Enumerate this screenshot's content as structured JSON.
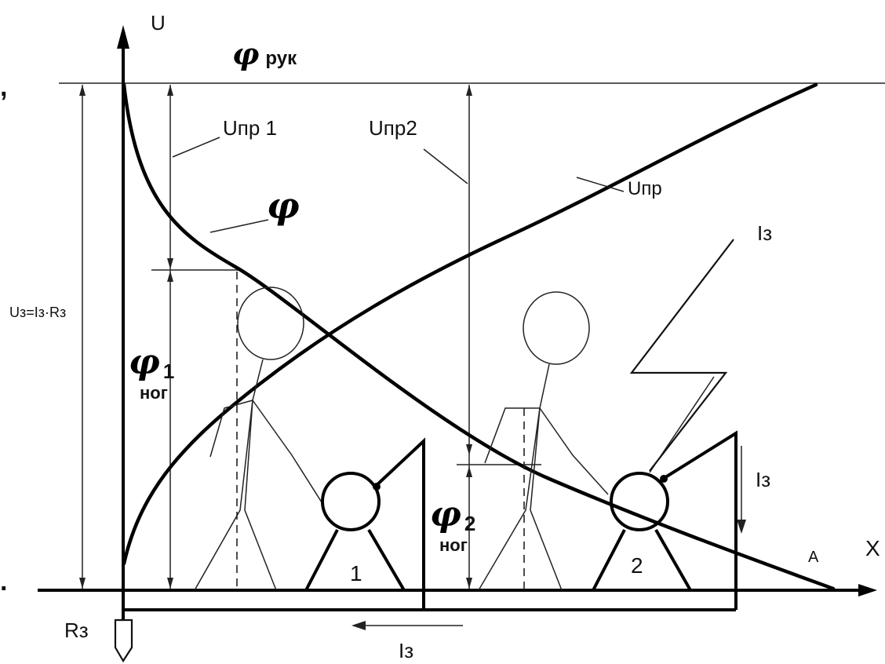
{
  "labels": {
    "u_axis": "U",
    "x_axis": "X",
    "phi_ruk_symbol": "φ",
    "phi_ruk_sub": "рук",
    "u_pr1": "Uпр 1",
    "u_pr2": "Uпр2",
    "u_pr": "Uпр",
    "phi": "φ",
    "phi1_symbol": "φ",
    "phi1_index": "1",
    "phi1_sub": "ног",
    "phi2_symbol": "φ",
    "phi2_index": "2",
    "phi2_sub": "ног",
    "i3_upper": "Iз",
    "i3_right": "Iз",
    "i3_bottom": "Iз",
    "u3_formula": "Uз=Iз·Rз",
    "r3": "Rз",
    "point_a": "A",
    "device_1": "1",
    "device_2": "2",
    "edge_comma": ",",
    "edge_dot": "."
  },
  "colors": {
    "ink": "#000000",
    "background": "#ffffff"
  }
}
